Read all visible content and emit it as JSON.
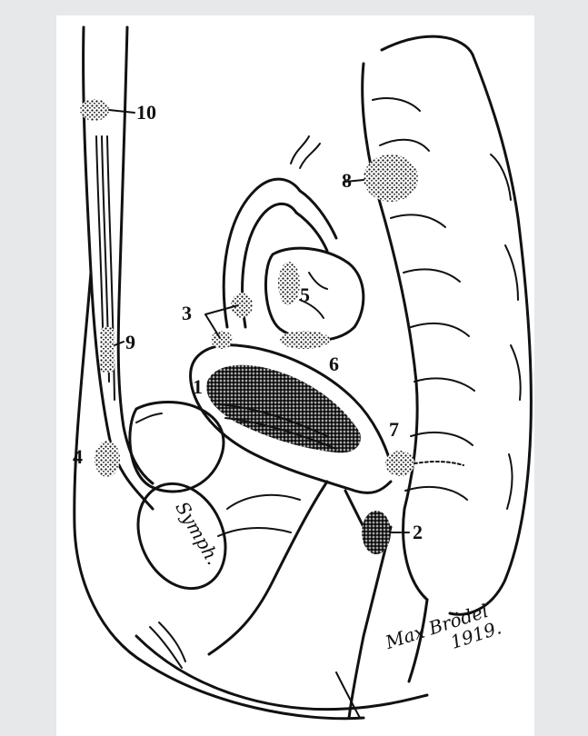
{
  "labels": {
    "l1": "1",
    "l2": "2",
    "l3": "3",
    "l4": "4",
    "l5": "5",
    "l6": "6",
    "l7": "7",
    "l8": "8",
    "l9": "9",
    "l10": "10"
  },
  "symphysis_label": "Symph.",
  "signature": {
    "name": "Max Brödel",
    "year": "1919."
  }
}
